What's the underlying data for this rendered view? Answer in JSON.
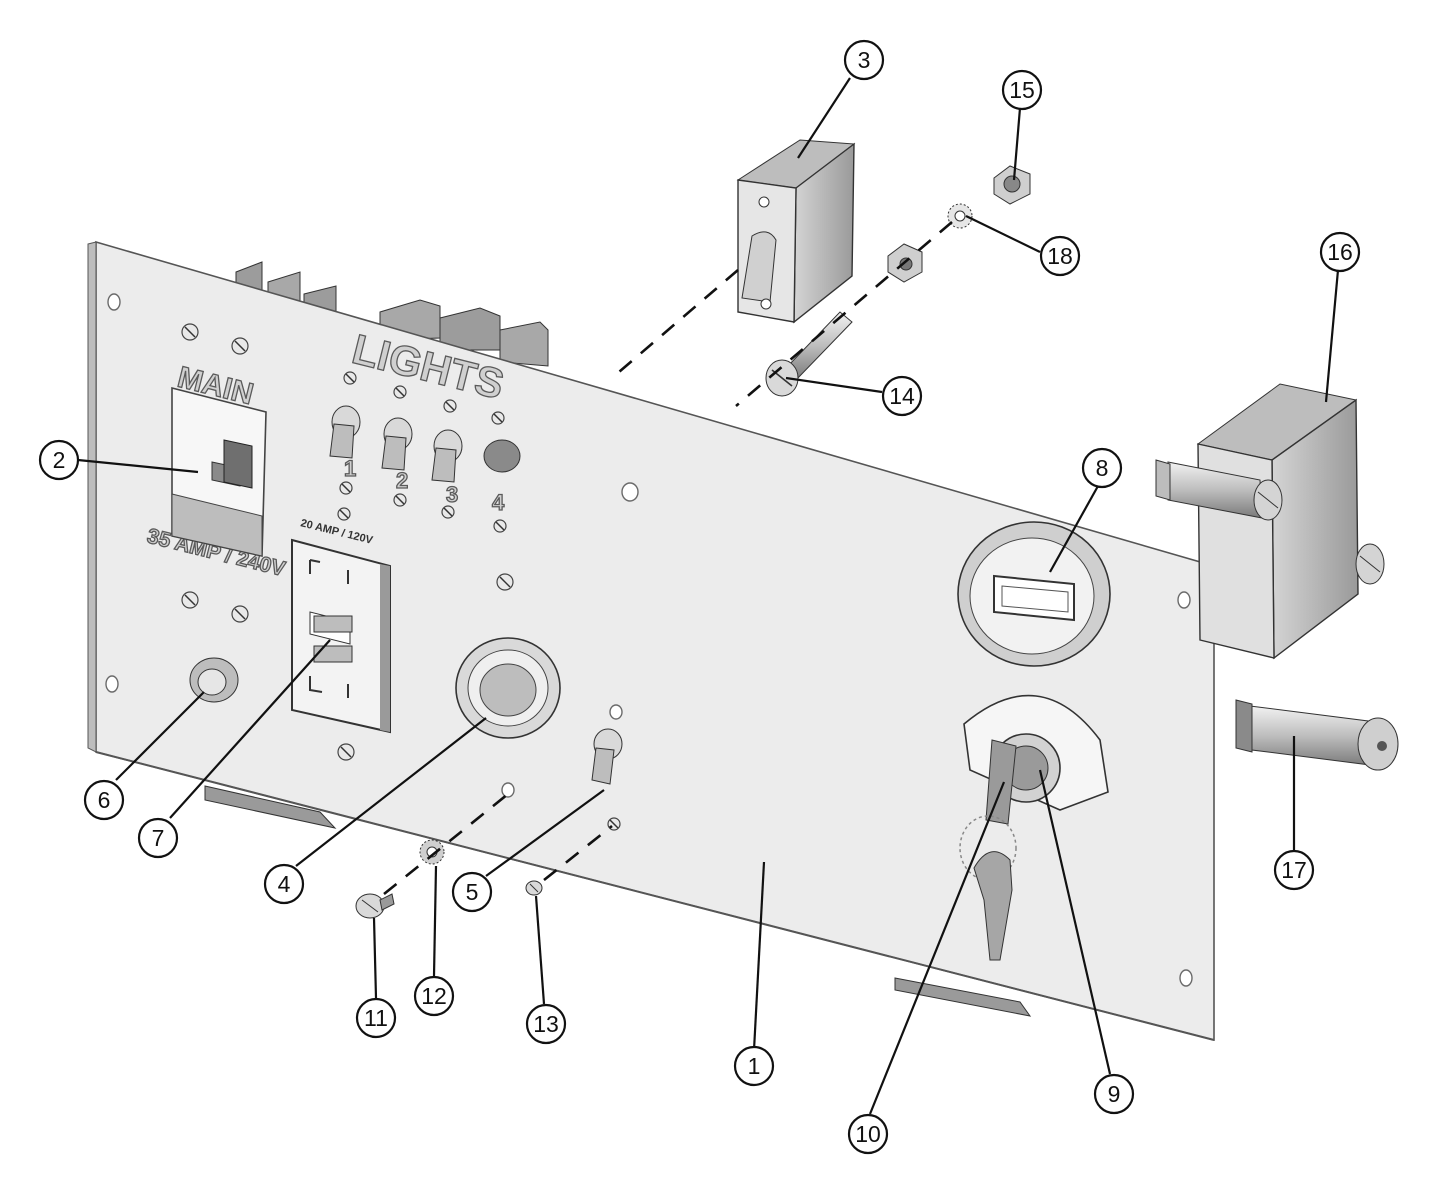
{
  "panel_labels": {
    "main": "MAIN",
    "breaker_rating": "35 AMP / 240V",
    "lights": "LIGHTS",
    "switch_1": "1",
    "switch_2": "2",
    "switch_3": "3",
    "switch_4": "4",
    "outlet_rating": "20 AMP / 120V"
  },
  "callouts": [
    "1",
    "2",
    "3",
    "4",
    "5",
    "6",
    "7",
    "8",
    "9",
    "10",
    "11",
    "12",
    "13",
    "14",
    "15",
    "16",
    "17",
    "18"
  ],
  "colors": {
    "panel_face": "#ececec",
    "line": "#111111"
  }
}
